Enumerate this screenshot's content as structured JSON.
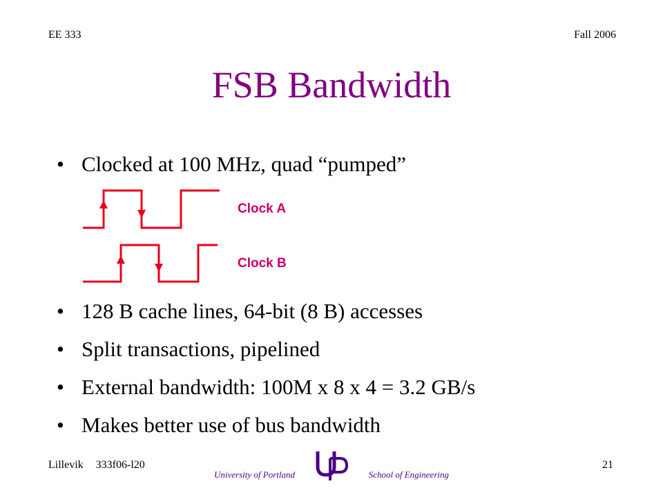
{
  "header": {
    "course": "EE 333",
    "term": "Fall 2006"
  },
  "title": "FSB Bandwidth",
  "bullets": [
    "Clocked at 100 MHz, quad “pumped”",
    "128 B cache lines, 64-bit (8 B) accesses",
    "Split transactions, pipelined",
    "External bandwidth: 100M x 8 x 4 = 3.2 GB/s",
    "Makes better use of bus bandwidth"
  ],
  "bullet_glyph": "•",
  "clocks": {
    "a_label": "Clock A",
    "b_label": "Clock B",
    "color": "#e8001c"
  },
  "footer": {
    "author": "Lillevik",
    "file": "333f06-l20",
    "page": "21",
    "university": "University of Portland",
    "school": "School of Engineering"
  },
  "colors": {
    "title": "#800080",
    "clock_label": "#cc0066",
    "logo": "#4b0082"
  }
}
